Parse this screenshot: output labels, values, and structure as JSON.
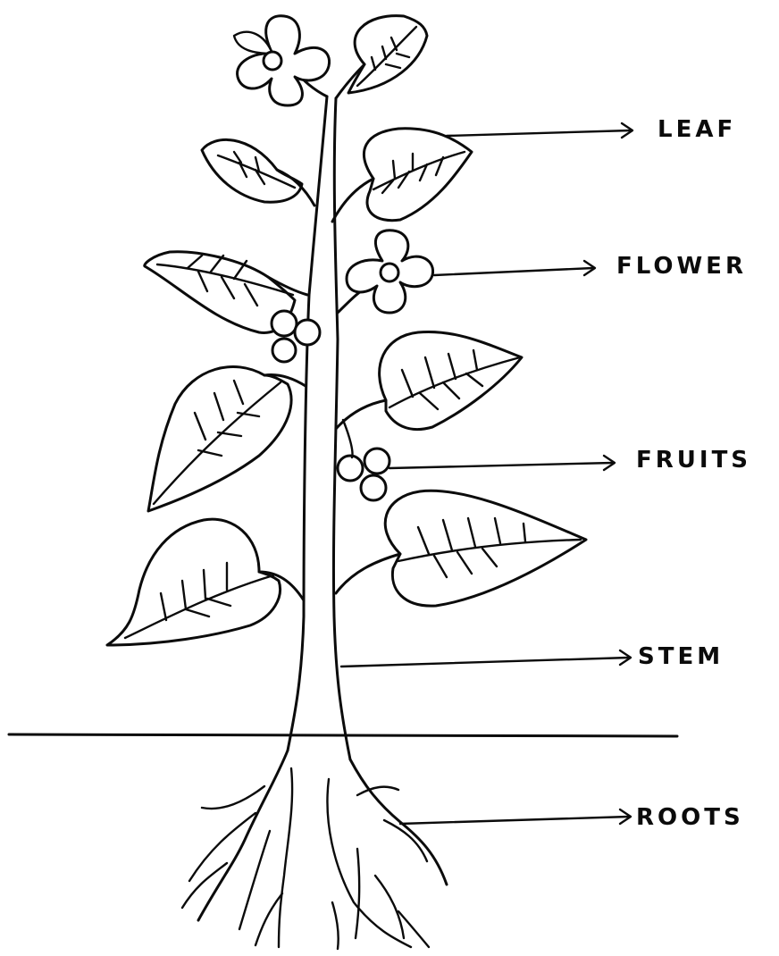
{
  "labels": {
    "leaf": "LEAF",
    "flower": "FLOWER",
    "fruits": "FRUITS",
    "stem": "STEM",
    "roots": "ROOTS"
  },
  "colors": {
    "ink": "#0b0b0b",
    "paper": "#ffffff"
  }
}
